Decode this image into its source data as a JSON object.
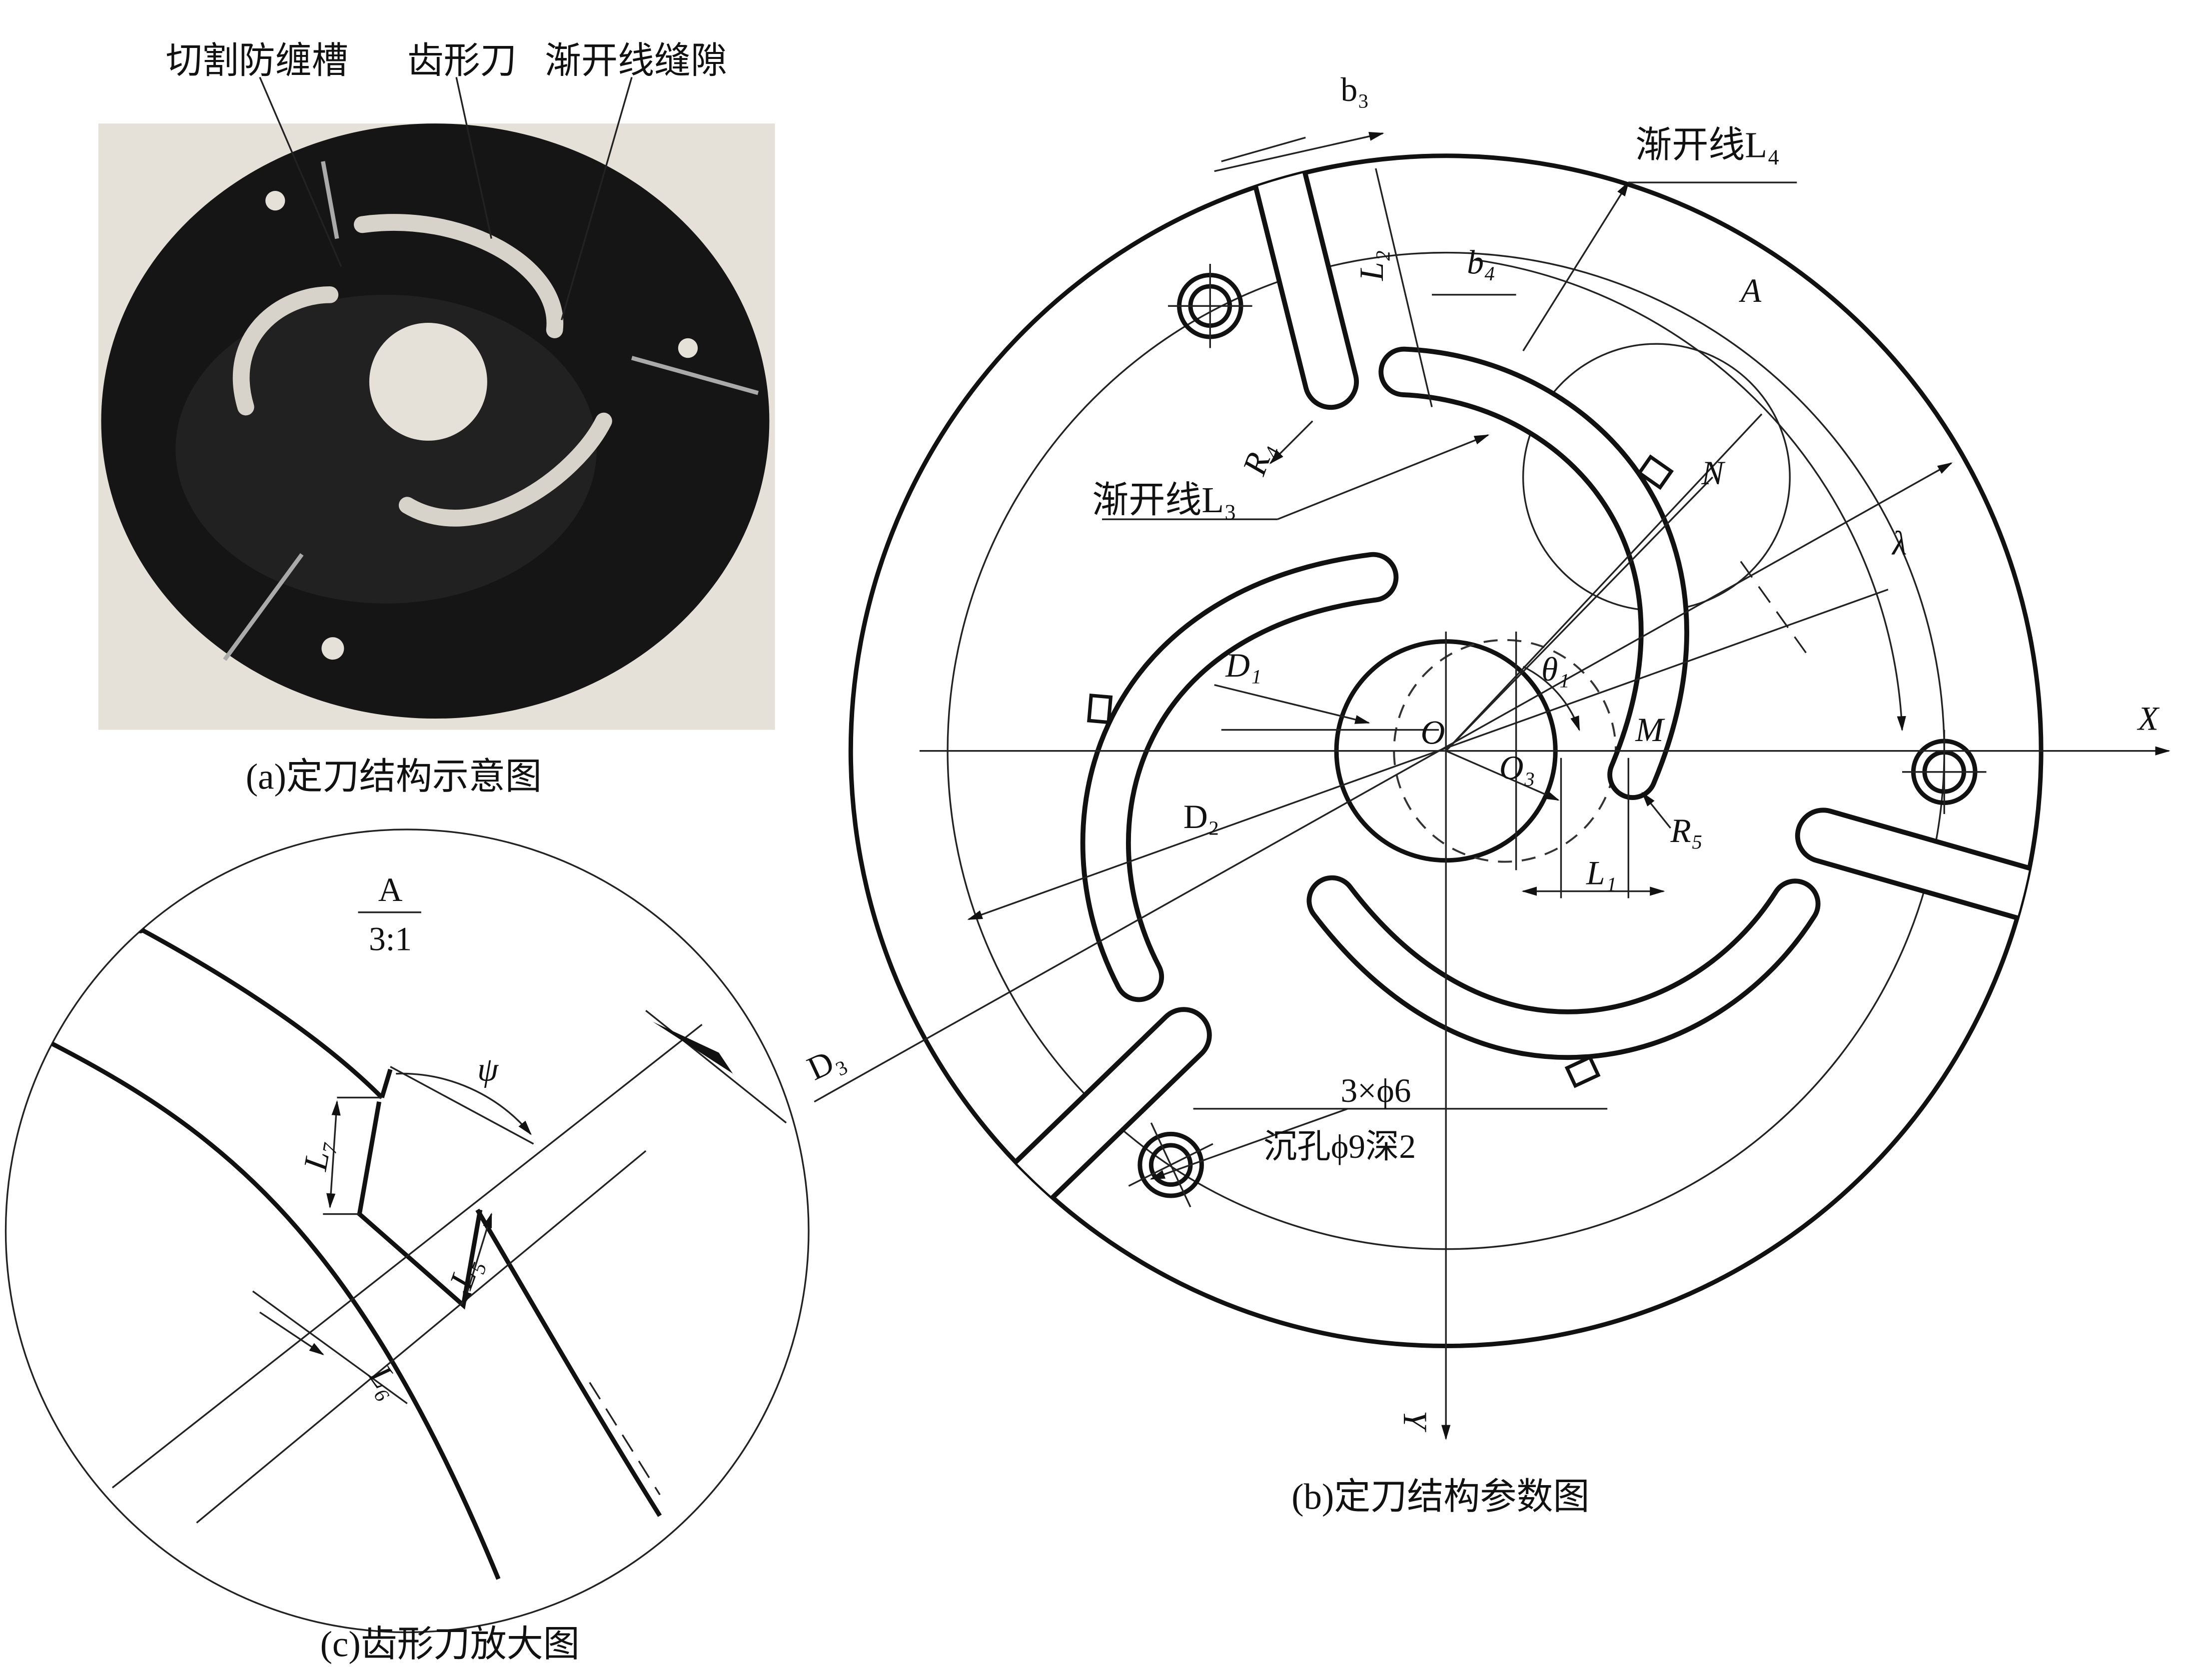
{
  "panel_a": {
    "caption": "(a)定刀结构示意图",
    "callouts": [
      "切割防缠槽",
      "齿形刀",
      "渐开线缝隙"
    ],
    "colors": {
      "background": "#e6e1d8",
      "plate": "#151515"
    }
  },
  "panel_b": {
    "caption": "(b)定刀结构参数图",
    "labels": {
      "b3": "b₃",
      "L2": "L₂",
      "b4": "b₄",
      "involute_L4": "渐开线L₄",
      "A": "A",
      "N": "N",
      "R4": "R₄",
      "involute_L3": "渐开线L₃",
      "lambda": "λ",
      "D1": "D₁",
      "theta1": "θ₁",
      "O": "O",
      "O3": "O₃",
      "M": "M",
      "X": "X",
      "R5": "R₅",
      "L1": "L₁",
      "D2": "D₂",
      "D3": "D₃",
      "holes": "3×ϕ6",
      "counterbore": "沉孔ϕ9深2",
      "Y": "Y"
    }
  },
  "panel_c": {
    "caption": "(c)齿形刀放大图",
    "view_label": "A",
    "scale": "3:1",
    "labels": {
      "psi": "ψ",
      "L7": "L₇",
      "L5": "L₅",
      "L6": "L₆"
    }
  }
}
